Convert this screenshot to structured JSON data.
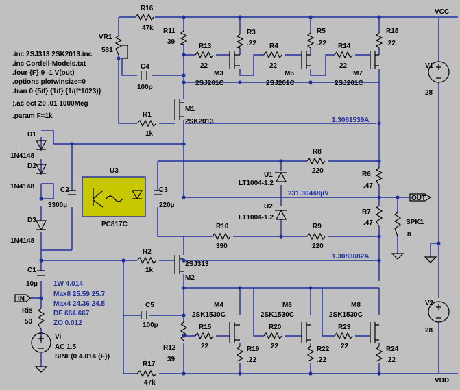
{
  "spice": [
    "inc_a",
    "inc_b",
    "four",
    "opts",
    "tran",
    "ac",
    "param"
  ],
  "directives": {
    "inc_a": ".inc 2SJ313 2SK2013.inc",
    "inc_b": ".inc Cordell-Models.txt",
    "four": ".four {F} 9 -1 V(out)",
    "opts": ".options plotwinsize=0",
    "tran": ".tran 0 {5/f} {1/f} {1/(f*1023)}",
    "ac": ";.ac oct 20 .01 1000Meg",
    "param": ".param F=1k"
  },
  "nets": {
    "vcc": "VCC",
    "vdd": "VDD",
    "out": "OUT",
    "in": "IN"
  },
  "probes": {
    "upper": "1.3061539A",
    "mid": "231.30448µV",
    "lower": "1.3083082A"
  },
  "results": {
    "w1": "1W 4.014",
    "max8": "Max8 25.59  25.7",
    "max4": "Max4 24.36  24.5",
    "df": "DF  664.667",
    "zo": "ZO  0.012"
  },
  "parts": {
    "R16": {
      "name": "R16",
      "value": "47k"
    },
    "R11": {
      "name": "R11",
      "value": "39"
    },
    "R3": {
      "name": "R3",
      "value": ".22"
    },
    "R5": {
      "name": "R5",
      "value": ".22"
    },
    "R18": {
      "name": "R18",
      "value": ".22"
    },
    "R13": {
      "name": "R13",
      "value": "22"
    },
    "R4": {
      "name": "R4",
      "value": "22"
    },
    "R14": {
      "name": "R14",
      "value": "22"
    },
    "VR1": {
      "name": "VR1",
      "value": "531"
    },
    "M3": {
      "name": "M3",
      "value": "2SJ201C"
    },
    "M5": {
      "name": "M5",
      "value": "2SJ201C"
    },
    "M7": {
      "name": "M7",
      "value": "2SJ201C"
    },
    "C4": {
      "name": "C4",
      "value": "100p"
    },
    "R1": {
      "name": "R1",
      "value": "1k"
    },
    "M1": {
      "name": "M1",
      "value": "2SK2013"
    },
    "V1": {
      "name": "V1",
      "value": "28"
    },
    "D1": {
      "name": "D1",
      "value": "1N4148"
    },
    "D2": {
      "name": "D2",
      "value": "1N4148"
    },
    "D3": {
      "name": "D3",
      "value": "1N4148"
    },
    "R8": {
      "name": "R8",
      "value": "220"
    },
    "U3": {
      "name": "U3",
      "value": "PC817C"
    },
    "C2": {
      "name": "C2",
      "value": "3300µ"
    },
    "C3": {
      "name": "C3",
      "value": "220µ"
    },
    "U1": {
      "name": "U1",
      "value": "LT1004-1.2"
    },
    "U2": {
      "name": "U2",
      "value": "LT1004-1.2"
    },
    "R6": {
      "name": "R6",
      "value": ".47"
    },
    "R7": {
      "name": "R7",
      "value": ".47"
    },
    "SPK1": {
      "name": "SPK1",
      "value": "8"
    },
    "R10": {
      "name": "R10",
      "value": "390"
    },
    "R9": {
      "name": "R9",
      "value": "220"
    },
    "C1": {
      "name": "C1",
      "value": "10µ"
    },
    "R2": {
      "name": "R2",
      "value": "1k"
    },
    "M2": {
      "name": "M2",
      "value": "2SJ313"
    },
    "Ris": {
      "name": "Ris",
      "value": "50"
    },
    "C5": {
      "name": "C5",
      "value": "100p"
    },
    "M4": {
      "name": "M4",
      "value": "2SK1530C"
    },
    "M6": {
      "name": "M6",
      "value": "2SK1530C"
    },
    "M8": {
      "name": "M8",
      "value": "2SK1530C"
    },
    "R15": {
      "name": "R15",
      "value": "22"
    },
    "R20": {
      "name": "R20",
      "value": "22"
    },
    "R23": {
      "name": "R23",
      "value": "22"
    },
    "R19": {
      "name": "R19",
      "value": ".22"
    },
    "R22": {
      "name": "R22",
      "value": ".22"
    },
    "R24": {
      "name": "R24",
      "value": ".22"
    },
    "R12": {
      "name": "R12",
      "value": "39"
    },
    "R17": {
      "name": "R17",
      "value": "47k"
    },
    "V2": {
      "name": "V2",
      "value": "28"
    },
    "Vi": {
      "name": "Vi",
      "value": "AC 1.5",
      "extra": "SINE(0 4.014 {F})"
    }
  }
}
